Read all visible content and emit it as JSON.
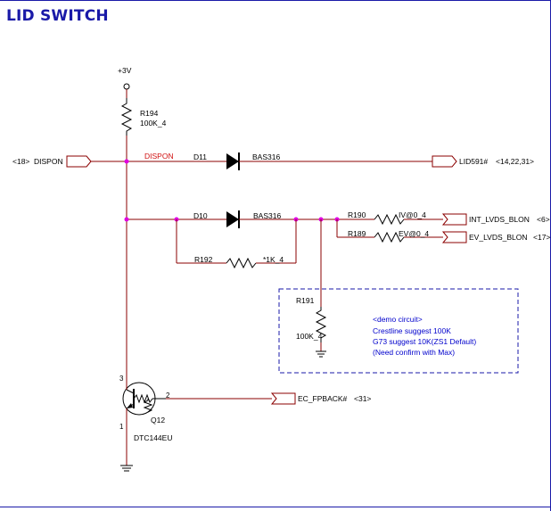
{
  "title": "LID SWITCH",
  "power": "+3V",
  "ports": {
    "dispon_in": {
      "ref": "<18>",
      "name": "DISPON"
    },
    "lid": {
      "name": "LID591#",
      "ref": "<14,22,31>"
    },
    "int_lvds": {
      "name": "INT_LVDS_BLON",
      "ref": "<6>"
    },
    "ev_lvds": {
      "name": "EV_LVDS_BLON",
      "ref": "<17>"
    },
    "ec_fpback": {
      "name": "EC_FPBACK#",
      "ref": "<31>"
    }
  },
  "net_label": "DISPON",
  "components": {
    "r194": {
      "ref": "R194",
      "value": "100K_4"
    },
    "d11": {
      "ref": "D11",
      "value": "BAS316"
    },
    "d10": {
      "ref": "D10",
      "value": "BAS316"
    },
    "r192": {
      "ref": "R192",
      "value": "*1K_4"
    },
    "r190": {
      "ref": "R190",
      "value": "IV@0_4"
    },
    "r189": {
      "ref": "R189",
      "value": "EV@0_4"
    },
    "r191": {
      "ref": "R191",
      "value": "100K_4"
    },
    "q12": {
      "ref": "Q12",
      "value": "DTC144EU",
      "pin_c": "3",
      "pin_b": "2",
      "pin_e": "1"
    }
  },
  "note": {
    "line1": "<demo circuit>",
    "line2": "Crestline suggest 100K",
    "line3": "G73 suggest 10K(ZS1 Default)",
    "line4": "(Need confirm with Max)"
  },
  "colors": {
    "title": "#1a1aa8",
    "wire": "#8b0000",
    "junction": "#e000e0",
    "net_label": "#d01010",
    "note_text": "#0000cc",
    "note_border": "#1a1aa8"
  }
}
